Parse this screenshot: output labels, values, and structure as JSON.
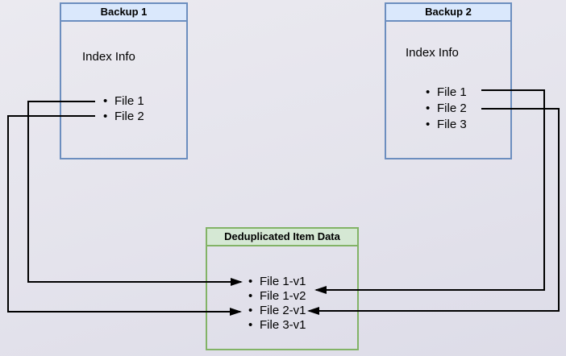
{
  "diagram": {
    "colors": {
      "backup_header_fill": "#dae8fc",
      "backup_border": "#6c8ebf",
      "dedup_header_fill": "#d5e8d4",
      "dedup_border": "#82b366",
      "connector_color": "#000000",
      "text_color": "#000000"
    },
    "backup1": {
      "title": "Backup 1",
      "info_label": "Index Info",
      "files": [
        "File 1",
        "File 2"
      ]
    },
    "backup2": {
      "title": "Backup 2",
      "info_label": "Index Info",
      "files": [
        "File 1",
        "File 2",
        "File 3"
      ]
    },
    "dedup": {
      "title": "Deduplicated Item Data",
      "items": [
        "File 1-v1",
        "File 1-v2",
        "File 2-v1",
        "File 3-v1"
      ]
    },
    "connections": [
      {
        "from_box": "Backup 1",
        "from_item": "File 1",
        "to_item": "File 1-v1"
      },
      {
        "from_box": "Backup 1",
        "from_item": "File 2",
        "to_item": "File 2-v1"
      },
      {
        "from_box": "Backup 2",
        "from_item": "File 1",
        "to_item": "File 1-v2"
      },
      {
        "from_box": "Backup 2",
        "from_item": "File 2",
        "to_item": "File 2-v1"
      }
    ]
  }
}
